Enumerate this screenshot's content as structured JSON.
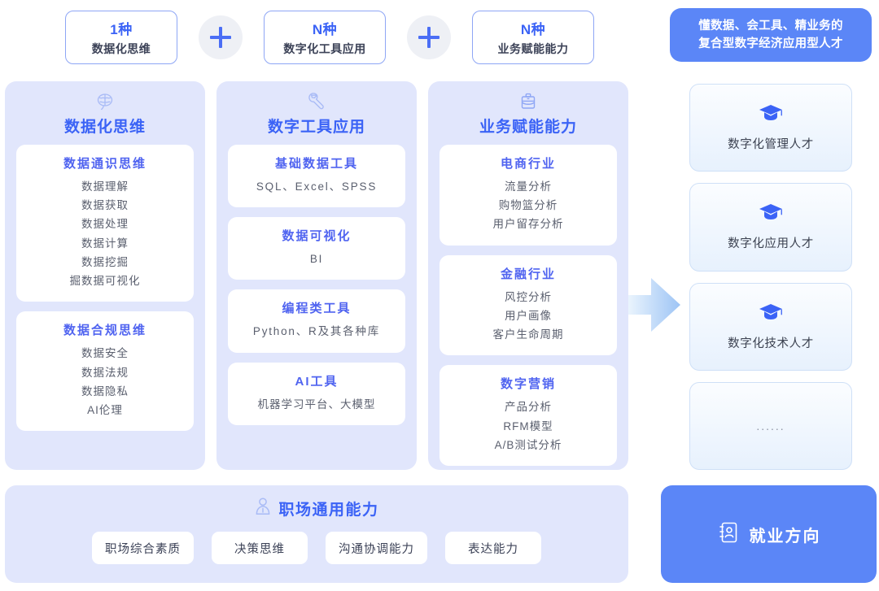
{
  "formula": {
    "items": [
      {
        "count": "1种",
        "label": "数据化思维"
      },
      {
        "count": "N种",
        "label": "数字化工具应用"
      },
      {
        "count": "N种",
        "label": "业务赋能能力"
      }
    ],
    "operator": "+"
  },
  "pill": {
    "line1": "懂数据、会工具、精业务的",
    "line2": "复合型数字经济应用型人才"
  },
  "columns": [
    {
      "icon": "brain-icon",
      "title": "数据化思维",
      "cards": [
        {
          "title": "数据通识思维",
          "lines": [
            "数据理解",
            "数据获取",
            "数据处理",
            "数据计算",
            "数据挖掘",
            "掘数据可视化"
          ]
        },
        {
          "title": "数据合规思维",
          "lines": [
            "数据安全",
            "数据法规",
            "数据隐私",
            "AI伦理"
          ]
        }
      ]
    },
    {
      "icon": "wrench-icon",
      "title": "数字工具应用",
      "cards": [
        {
          "title": "基础数据工具",
          "lines": [
            "SQL、Excel、SPSS"
          ]
        },
        {
          "title": "数据可视化",
          "lines": [
            "BI"
          ]
        },
        {
          "title": "编程类工具",
          "lines": [
            "Python、R及其各种库"
          ]
        },
        {
          "title": "AI工具",
          "lines": [
            "机器学习平台、大模型"
          ]
        }
      ]
    },
    {
      "icon": "briefcase-icon",
      "title": "业务赋能能力",
      "cards": [
        {
          "title": "电商行业",
          "lines": [
            "流量分析",
            "购物篮分析",
            "用户留存分析"
          ]
        },
        {
          "title": "金融行业",
          "lines": [
            "风控分析",
            "用户画像",
            "客户生命周期"
          ]
        },
        {
          "title": "数字营销",
          "lines": [
            "产品分析",
            "RFM模型",
            "A/B测试分析"
          ]
        }
      ]
    }
  ],
  "talents": [
    {
      "icon": "graduation-cap-icon",
      "label": "数字化管理人才"
    },
    {
      "icon": "graduation-cap-icon",
      "label": "数字化应用人才"
    },
    {
      "icon": "graduation-cap-icon",
      "label": "数字化技术人才"
    },
    {
      "icon": "",
      "label": "......"
    }
  ],
  "bottom_bar": {
    "icon": "person-icon",
    "title": "职场通用能力",
    "chips": [
      "职场综合素质",
      "决策思维",
      "沟通协调能力",
      "表达能力"
    ]
  },
  "cta": {
    "icon": "contact-book-icon",
    "label": "就业方向"
  },
  "colors": {
    "accent_blue": "#3b63f6",
    "card_title_blue": "#5064f0",
    "column_bg": "#e1e6fc",
    "pill_bg": "#5b86f7",
    "body_text": "#5a5f6e",
    "chip_text": "#3c4257"
  }
}
